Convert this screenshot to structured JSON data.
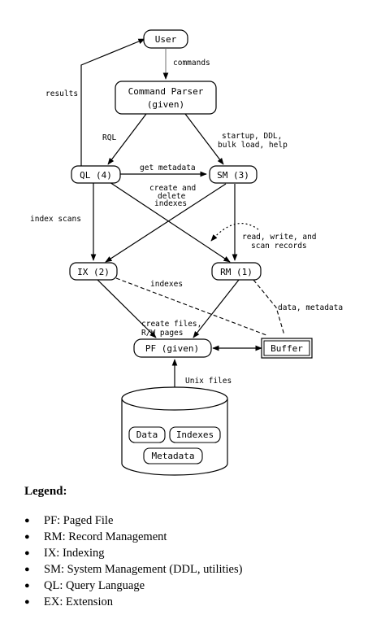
{
  "diagram": {
    "nodes": {
      "user": "User",
      "command_parser_line1": "Command Parser",
      "command_parser_line2": "(given)",
      "ql": "QL (4)",
      "sm": "SM (3)",
      "ix": "IX (2)",
      "rm": "RM (1)",
      "pf": "PF (given)",
      "buffer": "Buffer",
      "data": "Data",
      "indexes": "Indexes",
      "metadata": "Metadata"
    },
    "edge_labels": {
      "commands": "commands",
      "results": "results",
      "rql": "RQL",
      "startup_line1": "startup, DDL,",
      "startup_line2": "bulk load, help",
      "get_metadata": "get metadata",
      "create_delete_line1": "create and",
      "create_delete_line2": "delete",
      "create_delete_line3": "indexes",
      "index_scans": "index scans",
      "rws_line1": "read, write, and",
      "rws_line2": "scan records",
      "indexes": "indexes",
      "data_metadata": "data, metadata",
      "create_files_line1": "create files,",
      "create_files_line2": "R/W pages",
      "unix_files": "Unix files"
    }
  },
  "legend": {
    "title": "Legend:",
    "items": [
      "PF: Paged File",
      "RM: Record Management",
      "IX: Indexing",
      "SM: System Management (DDL, utilities)",
      "QL: Query Language",
      "EX: Extension"
    ]
  }
}
